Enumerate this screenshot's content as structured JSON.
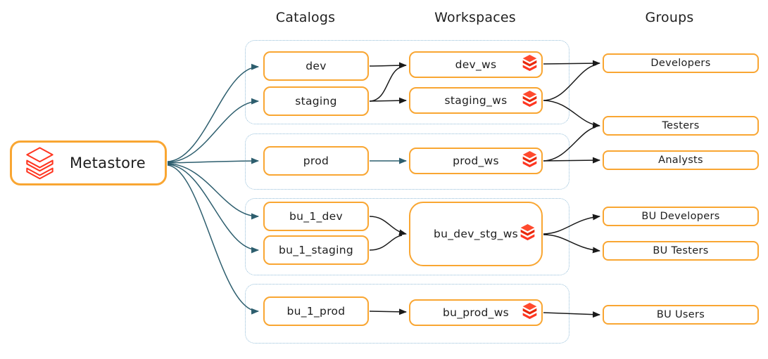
{
  "headers": {
    "catalogs": "Catalogs",
    "workspaces": "Workspaces",
    "groups": "Groups"
  },
  "metastore": {
    "label": "Metastore",
    "icon": "databricks-logo-outline-icon"
  },
  "catalogs": [
    {
      "label": "dev"
    },
    {
      "label": "staging"
    },
    {
      "label": "prod"
    },
    {
      "label": "bu_1_dev"
    },
    {
      "label": "bu_1_staging"
    },
    {
      "label": "bu_1_prod"
    }
  ],
  "workspaces": [
    {
      "label": "dev_ws",
      "icon": "databricks-icon"
    },
    {
      "label": "staging_ws",
      "icon": "databricks-icon"
    },
    {
      "label": "prod_ws",
      "icon": "databricks-icon"
    },
    {
      "label": "bu_dev_stg_ws",
      "icon": "databricks-icon"
    },
    {
      "label": "bu_prod_ws",
      "icon": "databricks-icon"
    }
  ],
  "groups": [
    {
      "label": "Developers"
    },
    {
      "label": "Testers"
    },
    {
      "label": "Analysts"
    },
    {
      "label": "BU Developers"
    },
    {
      "label": "BU Testers"
    },
    {
      "label": "BU Users"
    }
  ],
  "edges": [
    {
      "from": "Metastore",
      "to": "dev",
      "color": "teal"
    },
    {
      "from": "Metastore",
      "to": "staging",
      "color": "teal"
    },
    {
      "from": "Metastore",
      "to": "prod",
      "color": "teal"
    },
    {
      "from": "Metastore",
      "to": "bu_1_dev",
      "color": "teal"
    },
    {
      "from": "Metastore",
      "to": "bu_1_staging",
      "color": "teal"
    },
    {
      "from": "Metastore",
      "to": "bu_1_prod",
      "color": "teal"
    },
    {
      "from": "dev",
      "to": "dev_ws",
      "color": "black"
    },
    {
      "from": "staging",
      "to": "dev_ws",
      "color": "black"
    },
    {
      "from": "staging",
      "to": "staging_ws",
      "color": "black"
    },
    {
      "from": "prod",
      "to": "prod_ws",
      "color": "teal"
    },
    {
      "from": "bu_1_dev",
      "to": "bu_dev_stg_ws",
      "color": "black"
    },
    {
      "from": "bu_1_staging",
      "to": "bu_dev_stg_ws",
      "color": "black"
    },
    {
      "from": "bu_1_prod",
      "to": "bu_prod_ws",
      "color": "black"
    },
    {
      "from": "dev_ws",
      "to": "Developers",
      "color": "black"
    },
    {
      "from": "staging_ws",
      "to": "Developers",
      "color": "black"
    },
    {
      "from": "staging_ws",
      "to": "Testers",
      "color": "black"
    },
    {
      "from": "prod_ws",
      "to": "Testers",
      "color": "black"
    },
    {
      "from": "prod_ws",
      "to": "Analysts",
      "color": "black"
    },
    {
      "from": "bu_dev_stg_ws",
      "to": "BU Developers",
      "color": "black"
    },
    {
      "from": "bu_dev_stg_ws",
      "to": "BU Testers",
      "color": "black"
    },
    {
      "from": "bu_prod_ws",
      "to": "BU Users",
      "color": "black"
    }
  ],
  "colors": {
    "node_border_orange": "#F9A632",
    "databricks_red": "#FF3621",
    "arrow_teal": "#2D5E6E",
    "arrow_black": "#1A1A1A",
    "env_group_dotted_blue": "#93BDD8"
  }
}
